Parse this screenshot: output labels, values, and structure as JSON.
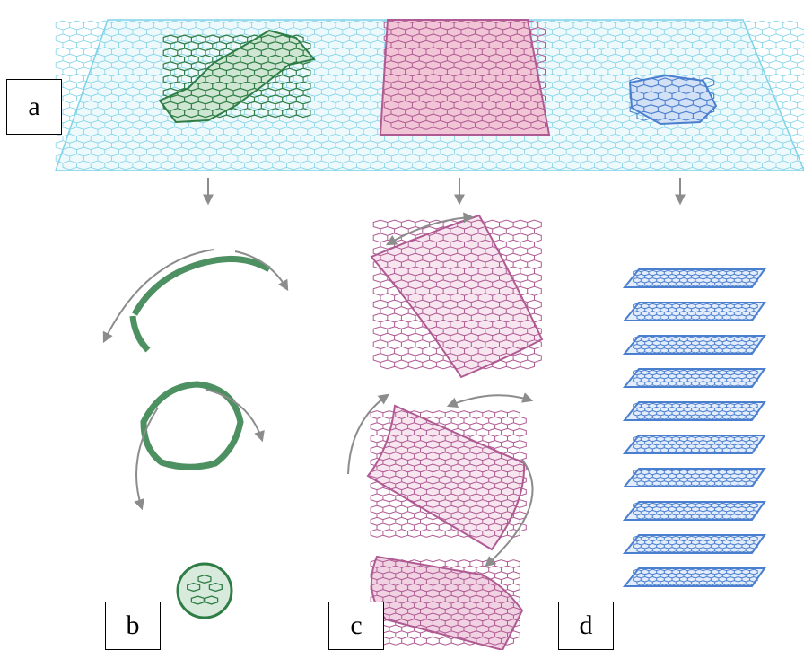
{
  "panels": {
    "a": "a",
    "b": "b",
    "c": "c",
    "d": "d"
  },
  "colors": {
    "graphene": "#7fd3e8",
    "fullerene": "#2e7d45",
    "nanotube": "#b05a93",
    "graphite": "#4a7fcf",
    "arrow": "#8c8c8c"
  }
}
